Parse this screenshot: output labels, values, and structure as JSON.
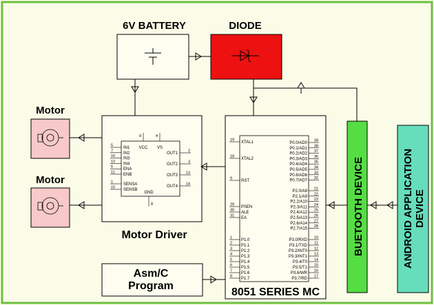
{
  "diagram": {
    "battery_label": "6V BATTERY",
    "diode_label": "DIODE",
    "motor1_label": "Motor",
    "motor2_label": "Motor",
    "motor_driver_label": "Motor Driver",
    "asm_line1": "Asm/C",
    "asm_line2": "Program",
    "mcu_label": "8051 SERIES MC",
    "bluetooth_label": "BUETOOTH DEVICE",
    "android_line1": "ANDROID APPLICATION",
    "android_line2": "DEVICE",
    "colors": {
      "background": "#fbfce8",
      "frame": "#6abf40",
      "diode_fill": "#ee1111",
      "motor_fill": "#f7c9c9",
      "bluetooth_fill": "#55dd44",
      "android_fill": "#66ddbb",
      "box_fill": "#fdfdf0"
    }
  },
  "driver_pins": {
    "left": [
      {
        "num": "5",
        "name": "IN1"
      },
      {
        "num": "7",
        "name": "IN2"
      },
      {
        "num": "10",
        "name": "IN3"
      },
      {
        "num": "12",
        "name": "IN4"
      },
      {
        "num": "6",
        "name": "ENA"
      },
      {
        "num": "11",
        "name": "ENB"
      },
      {
        "num": "1",
        "name": "SENSA"
      },
      {
        "num": "15",
        "name": "SENSB"
      }
    ],
    "right": [
      {
        "num": "2",
        "name": "OUT1"
      },
      {
        "num": "3",
        "name": "OUT2"
      },
      {
        "num": "13",
        "name": "OUT3"
      },
      {
        "num": "14",
        "name": "OUT4"
      }
    ],
    "top": [
      {
        "num": "9",
        "name": "VCC"
      },
      {
        "num": "4",
        "name": "VS"
      }
    ],
    "bottom": {
      "num": "8",
      "name": "GND"
    }
  },
  "mcu_pins": {
    "left_top": [
      {
        "num": "19",
        "name": "XTAL1"
      },
      {
        "num": "18",
        "name": "XTAL2"
      },
      {
        "num": "9",
        "name": "RST"
      }
    ],
    "left_mid": [
      {
        "num": "29",
        "name": "PSEN"
      },
      {
        "num": "30",
        "name": "ALE"
      },
      {
        "num": "31",
        "name": "EA"
      }
    ],
    "left_bottom": [
      {
        "num": "1",
        "name": "P1.0"
      },
      {
        "num": "2",
        "name": "P1.1"
      },
      {
        "num": "3",
        "name": "P1.2"
      },
      {
        "num": "4",
        "name": "P1.3"
      },
      {
        "num": "5",
        "name": "P1.4"
      },
      {
        "num": "6",
        "name": "P1.5"
      },
      {
        "num": "7",
        "name": "P1.6"
      },
      {
        "num": "8",
        "name": "P1.7"
      }
    ],
    "right_p0": [
      {
        "num": "39",
        "name": "P0.0/AD0"
      },
      {
        "num": "38",
        "name": "P0.1/AD1"
      },
      {
        "num": "37",
        "name": "P0.2/AD2"
      },
      {
        "num": "36",
        "name": "P0.3/AD3"
      },
      {
        "num": "35",
        "name": "P0.4/AD4"
      },
      {
        "num": "34",
        "name": "P0.5/AD5"
      },
      {
        "num": "33",
        "name": "P0.6/AD6"
      },
      {
        "num": "32",
        "name": "P0.7/AD7"
      }
    ],
    "right_p2": [
      {
        "num": "21",
        "name": "P2.0/A8"
      },
      {
        "num": "22",
        "name": "P2.1/A9"
      },
      {
        "num": "23",
        "name": "P2.2/A10"
      },
      {
        "num": "24",
        "name": "P2.3/A11"
      },
      {
        "num": "25",
        "name": "P2.4/A12"
      },
      {
        "num": "26",
        "name": "P2.5/A13"
      },
      {
        "num": "27",
        "name": "P2.6/A14"
      },
      {
        "num": "28",
        "name": "P2.7/A15"
      }
    ],
    "right_p3": [
      {
        "num": "10",
        "name": "P3.0/RXD"
      },
      {
        "num": "11",
        "name": "P3.1/TXD"
      },
      {
        "num": "12",
        "name": "P3.2/INT0"
      },
      {
        "num": "13",
        "name": "P3.3/INT1"
      },
      {
        "num": "14",
        "name": "P3.4/T0"
      },
      {
        "num": "15",
        "name": "P3.5/T1"
      },
      {
        "num": "16",
        "name": "P3.6/WR"
      },
      {
        "num": "17",
        "name": "P3.7/RD"
      }
    ]
  }
}
